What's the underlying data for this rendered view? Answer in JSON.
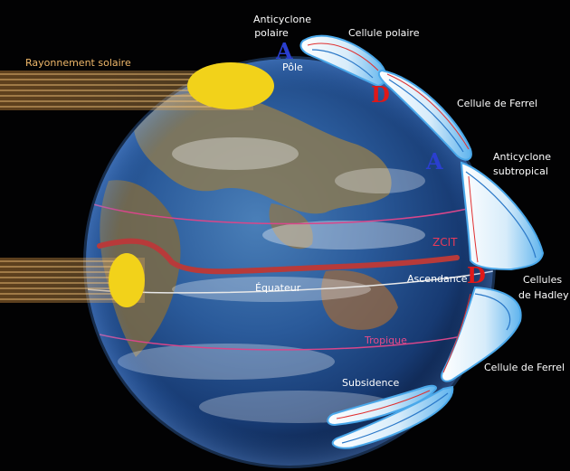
{
  "labels": {
    "solar_radiation": "Rayonnement solaire",
    "polar_anticyclone": "Anticyclone polaire",
    "pole": "Pôle",
    "polar_cell": "Cellule polaire",
    "ferrel_cell_north": "Cellule de Ferrel",
    "subtropical_anticyclone": "Anticyclone subtropical",
    "itcz": "ZCIT",
    "ascent": "Ascendance",
    "hadley_cells": "Cellules de Hadley",
    "equator": "Équateur",
    "tropic": "Tropique",
    "ferrel_cell_south": "Cellule de Ferrel",
    "subsidence": "Subsidence"
  },
  "markers": {
    "high_pressure_symbol": "A",
    "low_pressure_symbol": "D"
  },
  "colors": {
    "background": "#020203",
    "solar_rays": "#e8a24a",
    "sun_spot": "#f2d21a",
    "itcz_line": "#b83a3a",
    "tropic_line": "#d9468a",
    "equator_line": "#e8e8e8",
    "cell_fill": "#cfe8f8",
    "arrow_blue": "#2a78c8",
    "arrow_red": "#e03030",
    "high_pressure": "#2a3fd0",
    "low_pressure": "#e01818"
  }
}
